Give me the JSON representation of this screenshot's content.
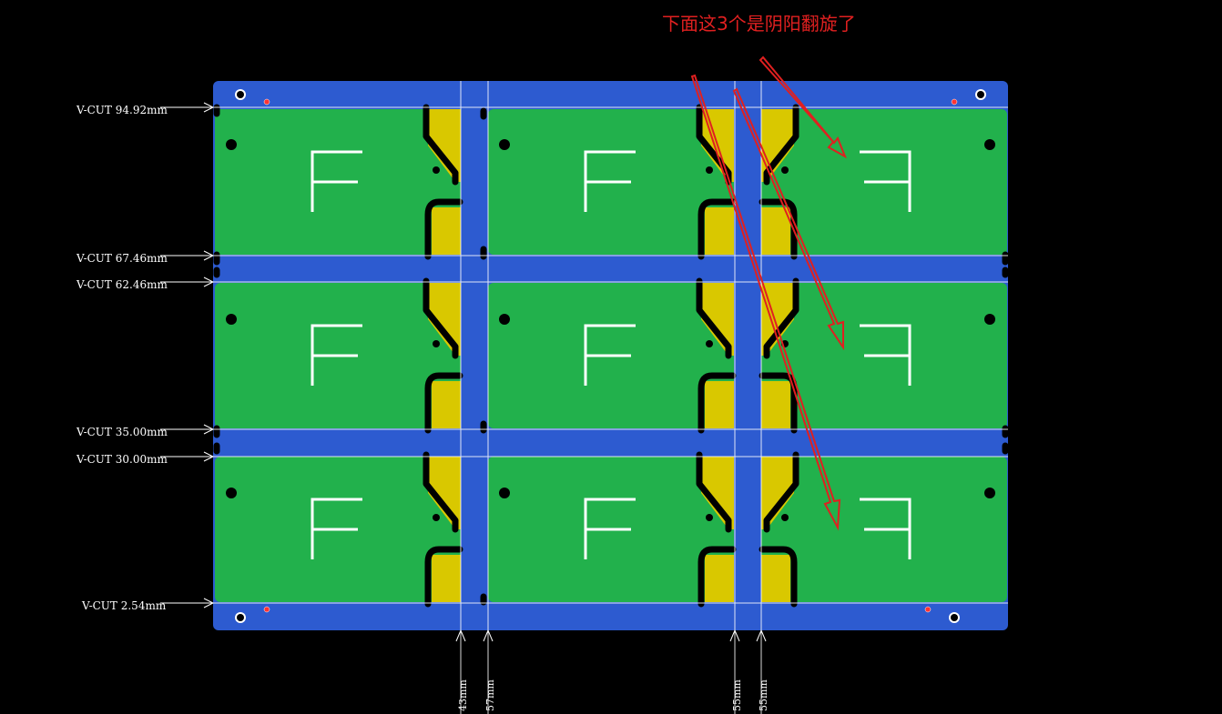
{
  "annotation": {
    "text": "下面这3个是阴阳翻旋了"
  },
  "vcut_labels": [
    "V-CUT 94.92mm",
    "V-CUT 67.46mm",
    "V-CUT 62.46mm",
    "V-CUT 35.00mm",
    "V-CUT 30.00mm",
    "V-CUT 2.54mm"
  ],
  "vertical_labels": [
    "43mm",
    "57mm",
    "55mm",
    "55mm"
  ],
  "board_letter": "F",
  "colors": {
    "background": "#000000",
    "panel_rail": "#2d5bd0",
    "board": "#22b14c",
    "copper_pad": "#d9c800",
    "outline": "#000000",
    "cut_line": "#ffffff",
    "annotation": "#e02020",
    "fiducial": "#ff3333"
  },
  "layout_grid": {
    "columns": 3,
    "rows": 3,
    "mirrored_column": "right"
  }
}
